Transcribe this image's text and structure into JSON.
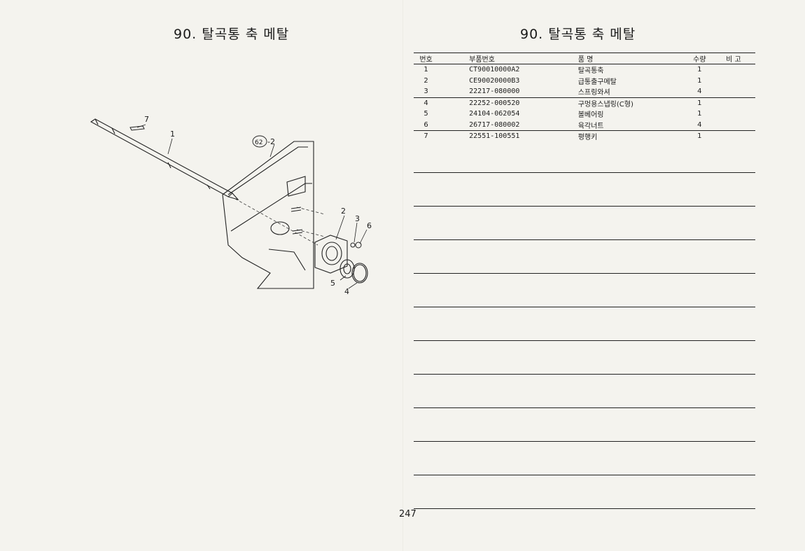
{
  "left_page": {
    "title": "90. 탈곡통 축 메탈",
    "diagram": {
      "callouts": [
        "7",
        "1",
        "62",
        "-2",
        "2",
        "3",
        "6",
        "5",
        "4"
      ]
    }
  },
  "right_page": {
    "title": "90. 탈곡통 축 메탈",
    "table": {
      "headers": [
        "번호",
        "부품번호",
        "품 명",
        "수량",
        "비 고"
      ],
      "rows": [
        {
          "no": "1",
          "part": "CT90010000A2",
          "name": "탈곡통축",
          "qty": "1",
          "note": ""
        },
        {
          "no": "2",
          "part": "CE90020000B3",
          "name": "급통출구메탈",
          "qty": "1",
          "note": ""
        },
        {
          "no": "3",
          "part": "22217-080000",
          "name": "스프링와셔",
          "qty": "4",
          "note": ""
        },
        {
          "no": "4",
          "part": "22252-000520",
          "name": "구멍용스냅링(C형)",
          "qty": "1",
          "note": ""
        },
        {
          "no": "5",
          "part": "24104-062054",
          "name": "볼베어링",
          "qty": "1",
          "note": ""
        },
        {
          "no": "6",
          "part": "26717-080002",
          "name": "육각너트",
          "qty": "4",
          "note": ""
        },
        {
          "no": "7",
          "part": "22551-100551",
          "name": "평행키",
          "qty": "1",
          "note": ""
        }
      ]
    }
  },
  "page_number": "247"
}
